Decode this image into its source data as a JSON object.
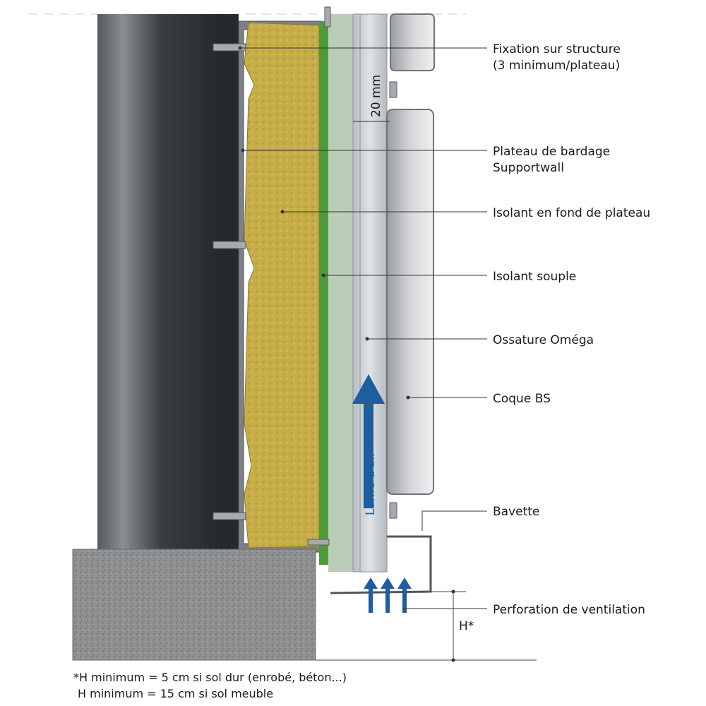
{
  "labels": {
    "fixation_line1": "Fixation sur structure",
    "fixation_line2": "(3 minimum/plateau)",
    "plateau_line1": "Plateau de bardage",
    "plateau_line2": "Supportwall",
    "isolant_fond": "Isolant en fond de plateau",
    "isolant_souple": "Isolant souple",
    "ossature": "Ossature Oméga",
    "coque": "Coque BS",
    "bavette": "Bavette",
    "perforation": "Perforation de ventilation",
    "dimension_20mm": "20 mm",
    "lame_air": "Lame d'air",
    "h_marker": "H*"
  },
  "notes": {
    "line1": "*H minimum = 5 cm si sol dur (enrobé, béton...)",
    "line2": "H minimum = 15 cm si sol meuble"
  },
  "colors": {
    "column_dark": "#2f3338",
    "insulation": "#c8b04a",
    "green_membrane": "#4f9a3a",
    "air_gap": "#b9cdb7",
    "galvanized": "#c6cbd0",
    "concrete": "#8e8f90",
    "airflow_arrow": "#1c5e9e"
  }
}
